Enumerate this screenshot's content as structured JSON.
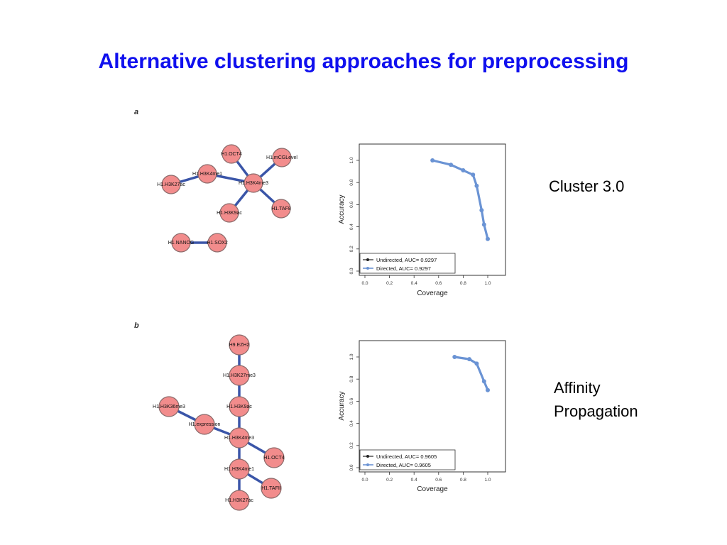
{
  "title": "Alternative clustering approaches for preprocessing",
  "colors": {
    "title": "#1010ee",
    "node": "#f28c8c",
    "edge": "#3a55a8",
    "directed": "#6a93d4"
  },
  "panel_a": {
    "letter": "a",
    "side_label": "Cluster 3.0",
    "nodes": {
      "oct4": "H1.OCT4",
      "mcglevel": "H1.mCGLevel",
      "h3k4me1": "H1.H3K4me1",
      "h3k4me3": "H1.H3K4me3",
      "h3k27ac": "H1.H3K27ac",
      "h3k9ac": "H1.H3K9ac",
      "taf": "H1.TAF8",
      "nanog": "H1.NANOG",
      "sox2": "H1.SOX2"
    },
    "legend": {
      "undirected": "Undirected, AUC=  0.9297",
      "directed": "Directed, AUC=  0.9297"
    }
  },
  "panel_b": {
    "letter": "b",
    "side_label_line1": "Affinity",
    "side_label_line2": "Propagation",
    "nodes": {
      "ezh2": "H9.EZH2",
      "h3k27me3": "H1.H3K27me3",
      "h3k9ac": "H1.H3K9ac",
      "h3k36me3": "H1.H3K36me3",
      "expression": "H1.expression",
      "h3k4me3": "H1.H3K4me3",
      "oct4": "H1.OCT4",
      "h3k4me1": "H1.H3K4me1",
      "tafii": "H1.TAFII",
      "h3k27ac": "H1.H3K27ac"
    },
    "legend": {
      "undirected": "Undirected, AUC=  0.9605",
      "directed": "Directed, AUC=  0.9605"
    }
  },
  "axes": {
    "xlabel": "Coverage",
    "ylabel": "Accuracy",
    "ticks": [
      "0.0",
      "0.2",
      "0.4",
      "0.6",
      "0.8",
      "1.0"
    ]
  },
  "chart_data": [
    {
      "type": "line",
      "xlabel": "Coverage",
      "ylabel": "Accuracy",
      "xlim": [
        0,
        1
      ],
      "ylim": [
        0,
        1
      ],
      "series": [
        {
          "name": "Undirected, AUC=  0.9297",
          "x": [
            0.55,
            0.7,
            0.8,
            0.88,
            0.91,
            0.95,
            0.97,
            1.0
          ],
          "y": [
            1.0,
            0.96,
            0.91,
            0.87,
            0.77,
            0.55,
            0.42,
            0.29
          ]
        },
        {
          "name": "Directed, AUC=  0.9297",
          "x": [
            0.55,
            0.7,
            0.8,
            0.88,
            0.91,
            0.95,
            0.97,
            1.0
          ],
          "y": [
            1.0,
            0.96,
            0.91,
            0.87,
            0.77,
            0.55,
            0.42,
            0.29
          ]
        }
      ]
    },
    {
      "type": "line",
      "xlabel": "Coverage",
      "ylabel": "Accuracy",
      "xlim": [
        0,
        1
      ],
      "ylim": [
        0,
        1
      ],
      "series": [
        {
          "name": "Undirected, AUC=  0.9605",
          "x": [
            0.73,
            0.85,
            0.91,
            0.97,
            1.0
          ],
          "y": [
            1.0,
            0.98,
            0.94,
            0.78,
            0.7
          ]
        },
        {
          "name": "Directed, AUC=  0.9605",
          "x": [
            0.73,
            0.85,
            0.91,
            0.97,
            1.0
          ],
          "y": [
            1.0,
            0.98,
            0.94,
            0.78,
            0.7
          ]
        }
      ]
    }
  ]
}
